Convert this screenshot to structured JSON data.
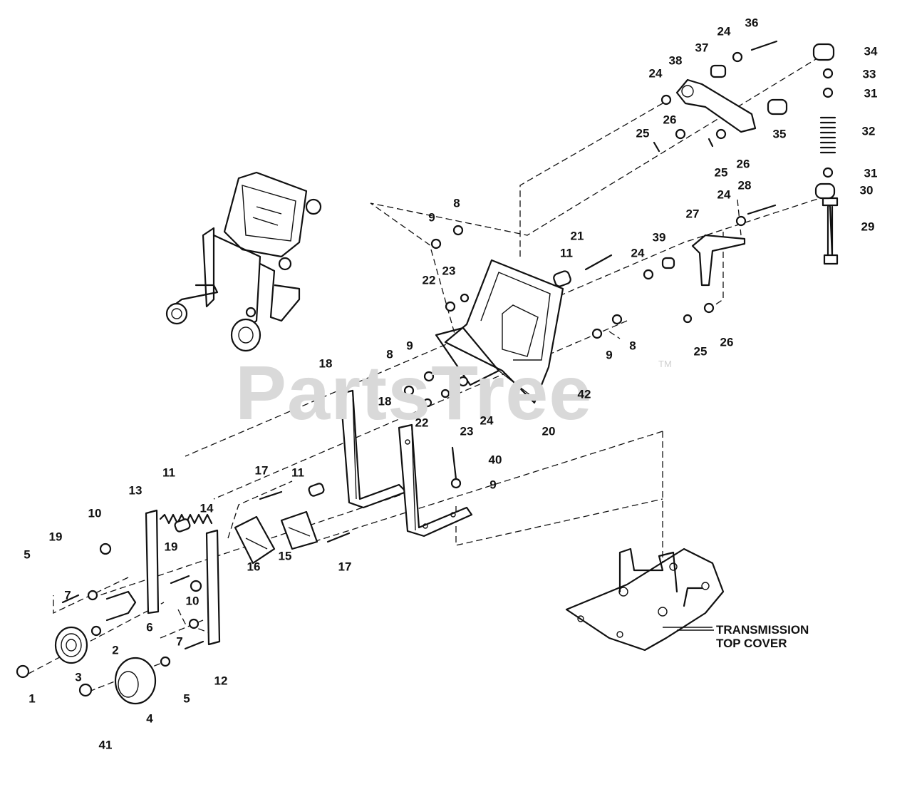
{
  "watermark": {
    "text": "PartsTree",
    "tm": "TM"
  },
  "transmission_label": {
    "line1": "TRANSMISSION",
    "line2": "TOP COVER"
  },
  "callouts": [
    {
      "n": "1"
    },
    {
      "n": "41"
    },
    {
      "n": "4"
    },
    {
      "n": "3"
    },
    {
      "n": "5"
    },
    {
      "n": "5"
    },
    {
      "n": "2"
    },
    {
      "n": "7"
    },
    {
      "n": "7"
    },
    {
      "n": "19"
    },
    {
      "n": "19"
    },
    {
      "n": "10"
    },
    {
      "n": "10"
    },
    {
      "n": "6"
    },
    {
      "n": "12"
    },
    {
      "n": "13"
    },
    {
      "n": "14"
    },
    {
      "n": "11"
    },
    {
      "n": "11"
    },
    {
      "n": "11"
    },
    {
      "n": "17"
    },
    {
      "n": "17"
    },
    {
      "n": "16"
    },
    {
      "n": "15"
    },
    {
      "n": "18"
    },
    {
      "n": "18"
    },
    {
      "n": "40"
    },
    {
      "n": "9"
    },
    {
      "n": "8"
    },
    {
      "n": "9"
    },
    {
      "n": "22"
    },
    {
      "n": "23"
    },
    {
      "n": "24"
    },
    {
      "n": "20"
    },
    {
      "n": "42"
    },
    {
      "n": "9"
    },
    {
      "n": "8"
    },
    {
      "n": "9"
    },
    {
      "n": "8"
    },
    {
      "n": "22"
    },
    {
      "n": "23"
    },
    {
      "n": "21"
    },
    {
      "n": "24"
    },
    {
      "n": "39"
    },
    {
      "n": "27"
    },
    {
      "n": "24"
    },
    {
      "n": "28"
    },
    {
      "n": "25"
    },
    {
      "n": "26"
    },
    {
      "n": "29"
    },
    {
      "n": "30"
    },
    {
      "n": "31"
    },
    {
      "n": "32"
    },
    {
      "n": "31"
    },
    {
      "n": "33"
    },
    {
      "n": "34"
    },
    {
      "n": "35"
    },
    {
      "n": "36"
    },
    {
      "n": "24"
    },
    {
      "n": "37"
    },
    {
      "n": "38"
    },
    {
      "n": "24"
    },
    {
      "n": "26"
    },
    {
      "n": "25"
    },
    {
      "n": "25"
    },
    {
      "n": "26"
    }
  ]
}
